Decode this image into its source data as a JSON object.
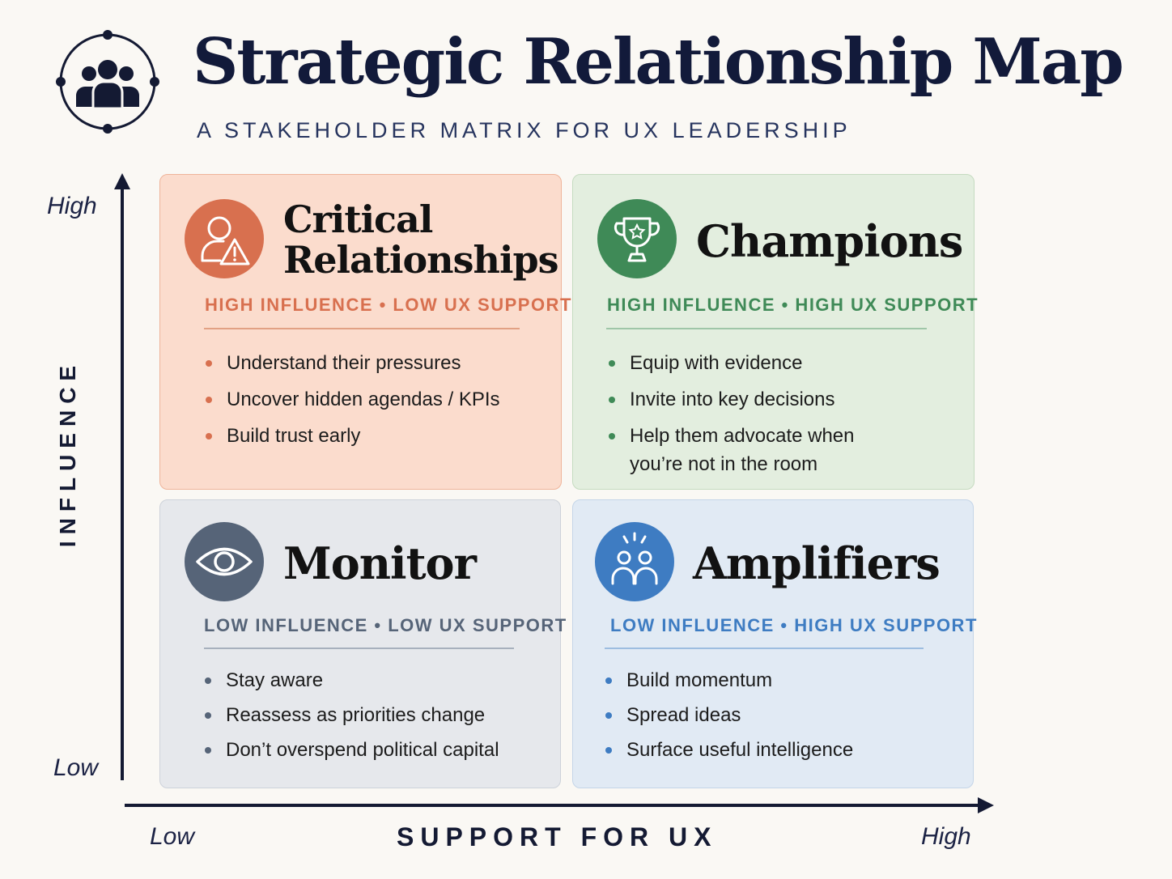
{
  "header": {
    "title": "Strategic Relationship Map",
    "subtitle": "A STAKEHOLDER MATRIX FOR UX LEADERSHIP",
    "icon": "people-group-icon"
  },
  "axes": {
    "y_title": "INFLUENCE",
    "y_high": "High",
    "y_low": "Low",
    "x_title": "SUPPORT FOR UX",
    "x_low": "Low",
    "x_high": "High"
  },
  "quadrants": {
    "critical": {
      "title_line1": "Critical",
      "title_line2": "Relationships",
      "tag": "HIGH INFLUENCE • LOW UX SUPPORT",
      "icon": "person-warning-icon",
      "color": "#d8704f",
      "items": [
        "Understand their pressures",
        "Uncover hidden agendas / KPIs",
        "Build trust early"
      ]
    },
    "champions": {
      "title": "Champions",
      "tag": "HIGH INFLUENCE • HIGH UX SUPPORT",
      "icon": "trophy-icon",
      "color": "#3f8a57",
      "items": [
        "Equip with evidence",
        "Invite into key decisions",
        "Help them advocate when",
        "you’re not in the room"
      ]
    },
    "monitor": {
      "title": "Monitor",
      "tag": "LOW INFLUENCE • LOW UX SUPPORT",
      "icon": "eye-icon",
      "color": "#566478",
      "items": [
        "Stay aware",
        "Reassess as priorities change",
        "Don’t overspend political capital"
      ]
    },
    "amplifiers": {
      "title": "Amplifiers",
      "tag": "LOW INFLUENCE • HIGH UX SUPPORT",
      "icon": "people-broadcast-icon",
      "color": "#3e7cc2",
      "items": [
        "Build momentum",
        "Spread ideas",
        "Surface useful intelligence"
      ]
    }
  }
}
